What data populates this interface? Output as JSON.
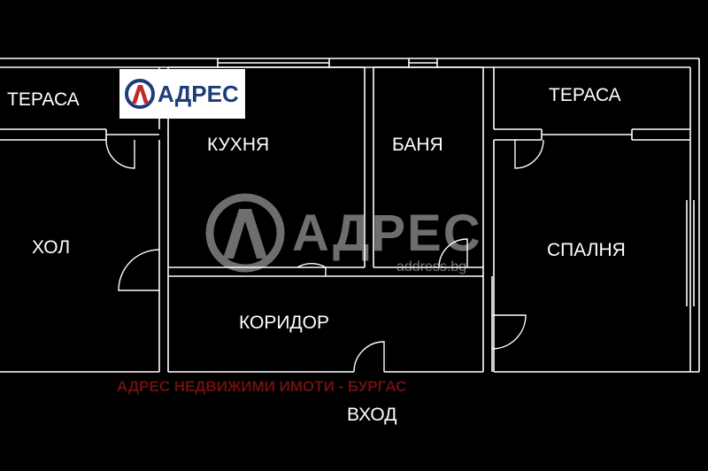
{
  "logo": {
    "text": "АДРЕС",
    "color_primary": "#1d3d7a",
    "color_bg": "#ffffff"
  },
  "watermark": {
    "text": "АДРЕС",
    "site": "address.bg",
    "footer": "АДРЕС НЕДВИЖИМИ ИМОТИ - БУРГАС",
    "footer_color": "#6b1010"
  },
  "rooms": {
    "terrace_left": "ТЕРАСА",
    "kitchen": "КУХНЯ",
    "bathroom": "БАНЯ",
    "terrace_right": "ТЕРАСА",
    "living_room": "ХОЛ",
    "bedroom": "СПАЛНЯ",
    "corridor": "КОРИДОР",
    "entrance": "ВХОД"
  },
  "colors": {
    "background": "#000000",
    "walls": "#ffffff"
  }
}
